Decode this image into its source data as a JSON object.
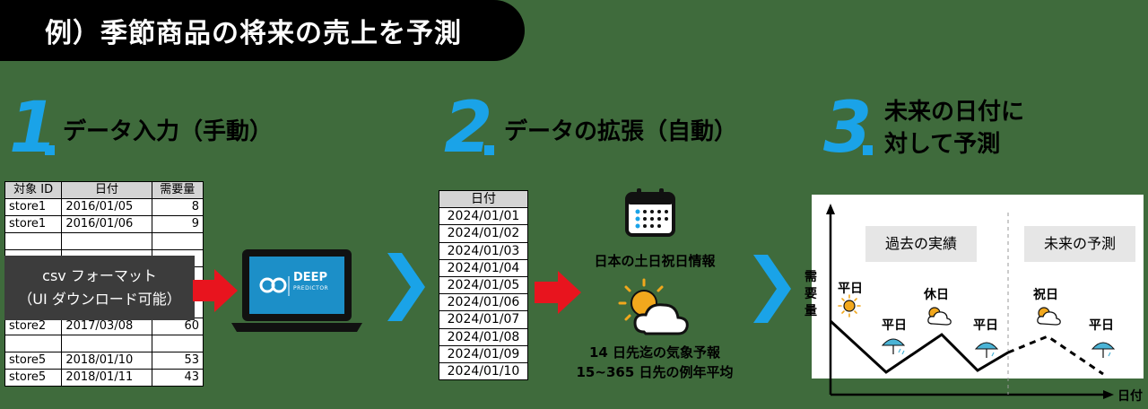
{
  "title": "例）季節商品の将来の売上を予測",
  "steps": [
    {
      "number": "1",
      "label": "データ入力（手動）"
    },
    {
      "number": "2",
      "label": "データの拡張（自動）"
    },
    {
      "number": "3",
      "label_line1": "未来の日付に",
      "label_line2": "対して予測"
    }
  ],
  "input_table": {
    "headers": [
      "対象 ID",
      "日付",
      "需要量"
    ],
    "rows": [
      [
        "store1",
        "2016/01/05",
        "8"
      ],
      [
        "store1",
        "2016/01/06",
        "9"
      ],
      [
        "",
        "",
        ""
      ],
      [
        "",
        "",
        ""
      ],
      [
        "",
        "",
        ""
      ],
      [
        "",
        "",
        ""
      ],
      [
        "",
        "",
        ""
      ],
      [
        "store2",
        "2017/03/08",
        "60"
      ],
      [
        "",
        "",
        ""
      ],
      [
        "store5",
        "2018/01/10",
        "53"
      ],
      [
        "store5",
        "2018/01/11",
        "43"
      ]
    ]
  },
  "csv_box": {
    "line1": "csv フォーマット",
    "line2": "（UI ダウンロード可能）"
  },
  "laptop": {
    "brand": "DEEP",
    "sub": "PREDICTOR"
  },
  "date_table": {
    "header": "日付",
    "rows": [
      "2024/01/01",
      "2024/01/02",
      "2024/01/03",
      "2024/01/04",
      "2024/01/05",
      "2024/01/06",
      "2024/01/07",
      "2024/01/08",
      "2024/01/09",
      "2024/01/10"
    ]
  },
  "calendar_caption": "日本の土日祝日情報",
  "weather_caption_line1": "14 日先迄の気象予報",
  "weather_caption_line2": "15~365 日先の例年平均",
  "chart": {
    "ylabel": "需要量",
    "xlabel": "日付",
    "past_label": "過去の実績",
    "future_label": "未来の予測",
    "day_labels": [
      "平日",
      "平日",
      "休日",
      "平日",
      "祝日",
      "平日"
    ]
  },
  "colors": {
    "accent": "#1aa3e8",
    "arrow": "#e8141e",
    "background": "#3f6b3c"
  }
}
